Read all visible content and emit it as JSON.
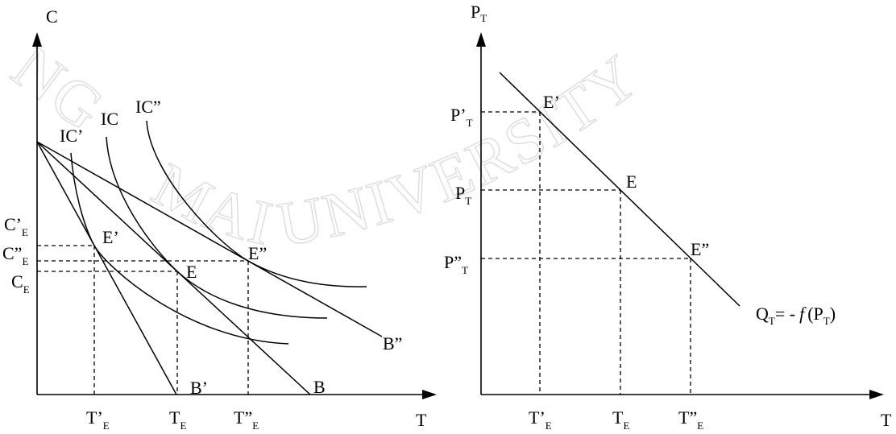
{
  "watermark": {
    "part_1": "NG",
    "part_2": "MAI",
    "part_3": "UNIVERSITY"
  },
  "left_panel": {
    "y_axis_label": "C",
    "x_axis_label": "T",
    "indifference_curves": {
      "ic_prime": "IC’",
      "ic": "IC",
      "ic_double_prime": "IC”"
    },
    "equilibria": {
      "e_prime": "E’",
      "e": "E",
      "e_double_prime": "E”"
    },
    "budget_lines": {
      "b_prime": "B’",
      "b": "B",
      "b_double_prime": "B”"
    },
    "c_labels": [
      {
        "main": "C’",
        "sub": "E"
      },
      {
        "main": "C”",
        "sub": "E"
      },
      {
        "main": "C",
        "sub": "E"
      }
    ],
    "t_labels": [
      {
        "main": "T’",
        "sub": "E"
      },
      {
        "main": "T",
        "sub": "E"
      },
      {
        "main": "T”",
        "sub": "E"
      }
    ]
  },
  "right_panel": {
    "y_axis_label": {
      "main": "P",
      "sub": "T"
    },
    "x_axis_label": "T",
    "equilibria": {
      "e_prime": "E’",
      "e": "E",
      "e_double_prime": "E”"
    },
    "p_labels": [
      {
        "main": "P’",
        "sub": "T"
      },
      {
        "main": "P",
        "sub": "T"
      },
      {
        "main": "P”",
        "sub": "T"
      }
    ],
    "t_labels": [
      {
        "main": "T’",
        "sub": "E"
      },
      {
        "main": "T",
        "sub": "E"
      },
      {
        "main": "T”",
        "sub": "E"
      }
    ],
    "demand_label": {
      "q": "Q",
      "q_sub": "T",
      "equals": "= -",
      "f": "f",
      "open": "(P",
      "p_sub": "T",
      "close": ")"
    }
  }
}
